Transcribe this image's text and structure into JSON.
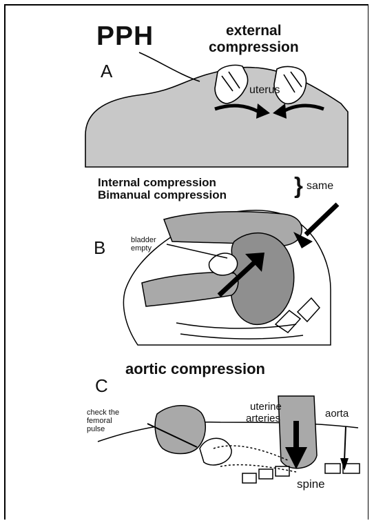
{
  "title": "PPH",
  "subtitle_line1": "external",
  "subtitle_line2": "compression",
  "panel_a": {
    "letter": "A",
    "organ_label": "uterus"
  },
  "panel_b": {
    "letter": "B",
    "method_line1": "Internal compression",
    "method_line2": "Bimanual compression",
    "brace": "}",
    "equivalence_label": "same",
    "bladder_line1": "bladder",
    "bladder_line2": "empty"
  },
  "panel_c": {
    "letter": "C",
    "heading": "aortic compression",
    "arteries_line1": "uterine",
    "arteries_line2": "arteries",
    "aorta_label": "aorta",
    "spine_label": "spine",
    "pulse_line1": "check the",
    "pulse_line2": "femoral",
    "pulse_line3": "pulse"
  },
  "colors": {
    "skin": "#c8c8c8",
    "uterus_fill": "#8f8f8f",
    "glove": "#a9a9a9",
    "ink": "#000000"
  }
}
